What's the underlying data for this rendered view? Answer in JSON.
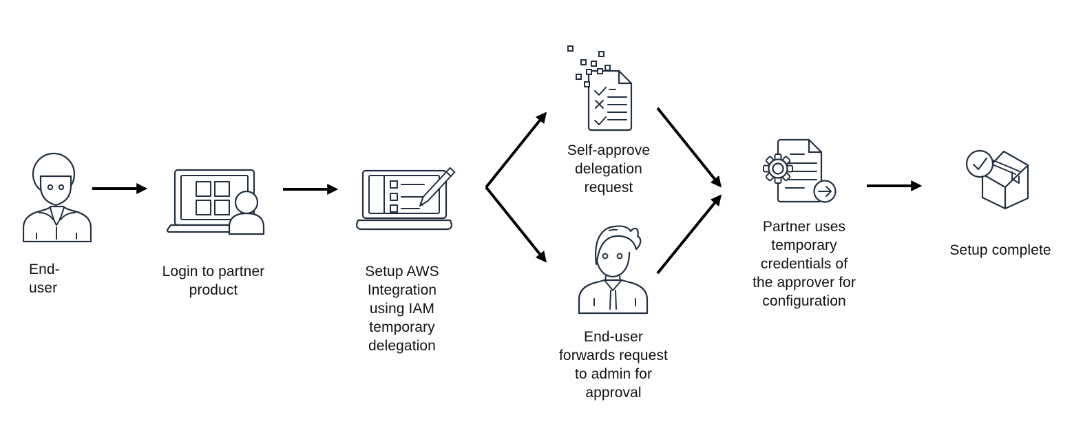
{
  "colors": {
    "background": "#ffffff",
    "icon_stroke": "#232f3e",
    "arrow": "#000000",
    "text": "#0f1111"
  },
  "nodes": {
    "end_user": {
      "icon": "person-icon",
      "label": "End-\nuser"
    },
    "login": {
      "icon": "laptop-user-icon",
      "label": "Login to partner\nproduct"
    },
    "setup": {
      "icon": "laptop-checklist-pencil-icon",
      "label": "Setup AWS\nIntegration\nusing IAM\ntemporary\ndelegation"
    },
    "self_approve": {
      "icon": "document-checklist-pixels-icon",
      "label": "Self-approve\ndelegation\nrequest"
    },
    "forward": {
      "icon": "person-tie-icon",
      "label": "End-user\nforwards request\nto admin for\napproval"
    },
    "partner": {
      "icon": "document-gear-arrow-icon",
      "label": "Partner uses\ntemporary\ncredentials of\nthe approver for\nconfiguration"
    },
    "complete": {
      "icon": "package-check-icon",
      "label": "Setup complete"
    }
  },
  "edges": [
    {
      "from": "end_user",
      "to": "login"
    },
    {
      "from": "login",
      "to": "setup"
    },
    {
      "from": "setup",
      "to": "self_approve"
    },
    {
      "from": "setup",
      "to": "forward"
    },
    {
      "from": "self_approve",
      "to": "partner"
    },
    {
      "from": "forward",
      "to": "partner"
    },
    {
      "from": "partner",
      "to": "complete"
    }
  ]
}
